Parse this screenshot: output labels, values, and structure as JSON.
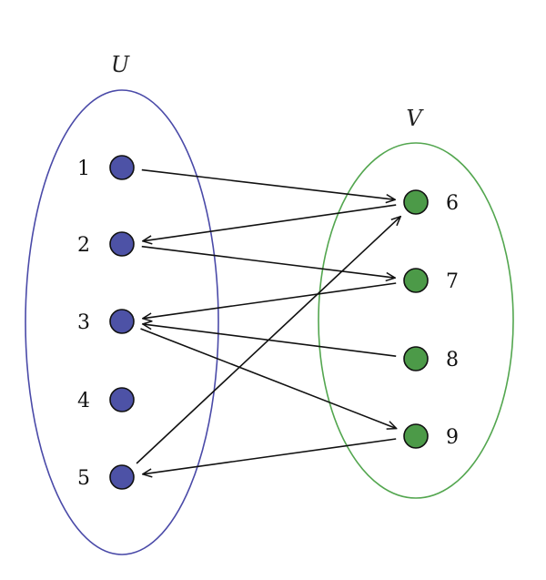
{
  "diagram": {
    "sets": [
      {
        "id": "U",
        "label": "U",
        "color": "#4a4aa8",
        "node_fill": "#4d52a6"
      },
      {
        "id": "V",
        "label": "V",
        "color": "#53a64f",
        "node_fill": "#4c9a48"
      }
    ],
    "nodes": [
      {
        "id": "1",
        "label": "1",
        "set": "U"
      },
      {
        "id": "2",
        "label": "2",
        "set": "U"
      },
      {
        "id": "3",
        "label": "3",
        "set": "U"
      },
      {
        "id": "4",
        "label": "4",
        "set": "U"
      },
      {
        "id": "5",
        "label": "5",
        "set": "U"
      },
      {
        "id": "6",
        "label": "6",
        "set": "V"
      },
      {
        "id": "7",
        "label": "7",
        "set": "V"
      },
      {
        "id": "8",
        "label": "8",
        "set": "V"
      },
      {
        "id": "9",
        "label": "9",
        "set": "V"
      }
    ],
    "edges": [
      {
        "from": "1",
        "to": "6"
      },
      {
        "from": "6",
        "to": "2"
      },
      {
        "from": "2",
        "to": "7"
      },
      {
        "from": "7",
        "to": "3"
      },
      {
        "from": "8",
        "to": "3"
      },
      {
        "from": "3",
        "to": "9"
      },
      {
        "from": "9",
        "to": "5"
      },
      {
        "from": "5",
        "to": "6"
      }
    ]
  }
}
